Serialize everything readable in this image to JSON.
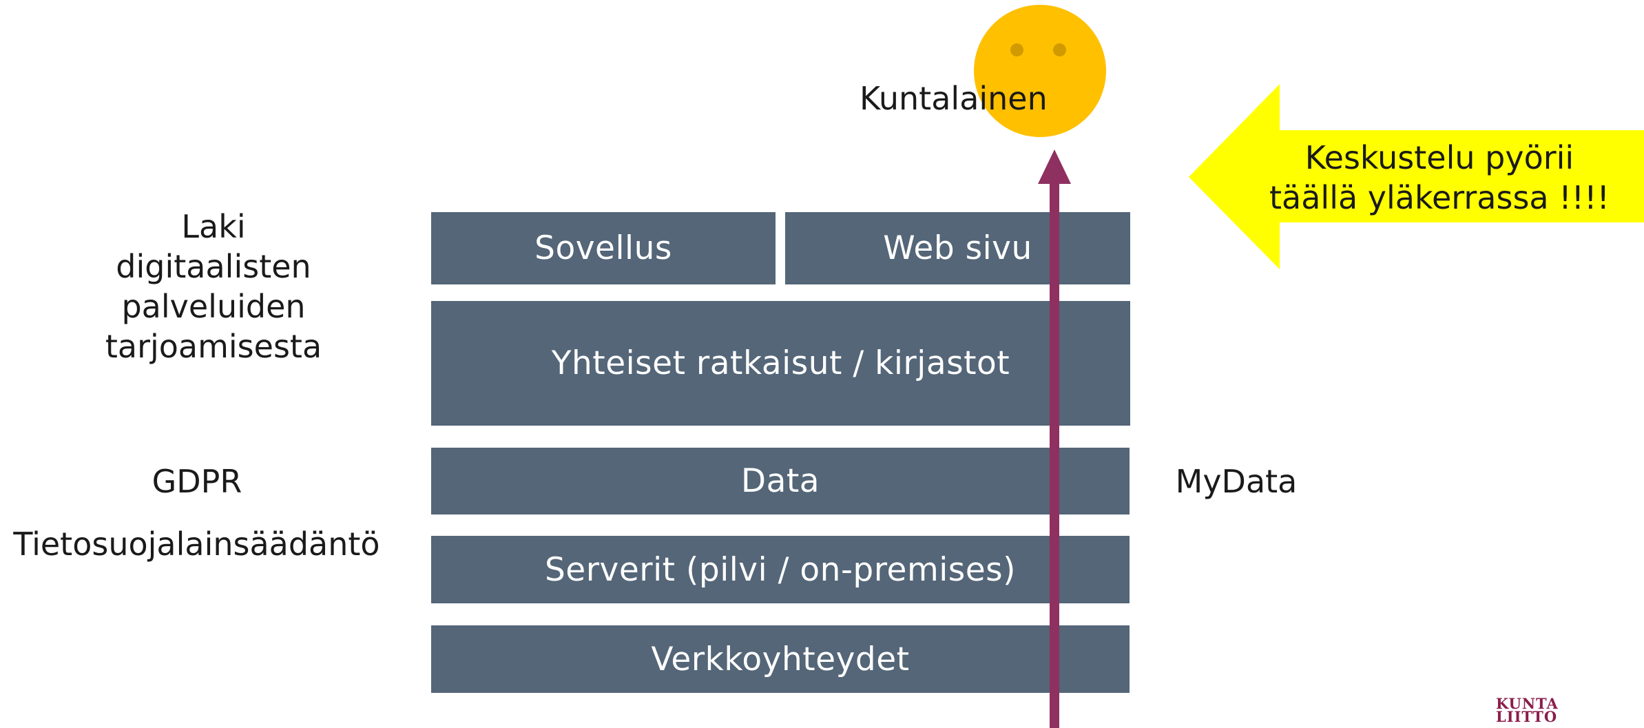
{
  "citizen": {
    "label": "Kuntalainen",
    "face_color": "#ffc000",
    "arrow_color": "#8e3160"
  },
  "callout": {
    "lines": [
      "Keskustelu pyörii",
      "täällä yläkerrassa !!!!"
    ],
    "color": "#ffff00"
  },
  "layers": {
    "sovellus": "Sovellus",
    "web_sivu": "Web sivu",
    "yhteiset": "Yhteiset ratkaisut / kirjastot",
    "data": "Data",
    "serverit": "Serverit (pilvi / on-premises)",
    "verkko": "Verkkoyhteydet",
    "color": "#546678"
  },
  "left_labels": {
    "laki_lines": [
      "Laki",
      "digitaalisten",
      "palveluiden",
      "tarjoamisesta"
    ],
    "gdpr": "GDPR",
    "tietosuoja": "Tietosuojalainsäädäntö"
  },
  "right_labels": {
    "mydata": "MyData"
  },
  "logo": {
    "lines": [
      "KUNTA",
      "LIITTO"
    ],
    "color": "#8a1e4b"
  }
}
